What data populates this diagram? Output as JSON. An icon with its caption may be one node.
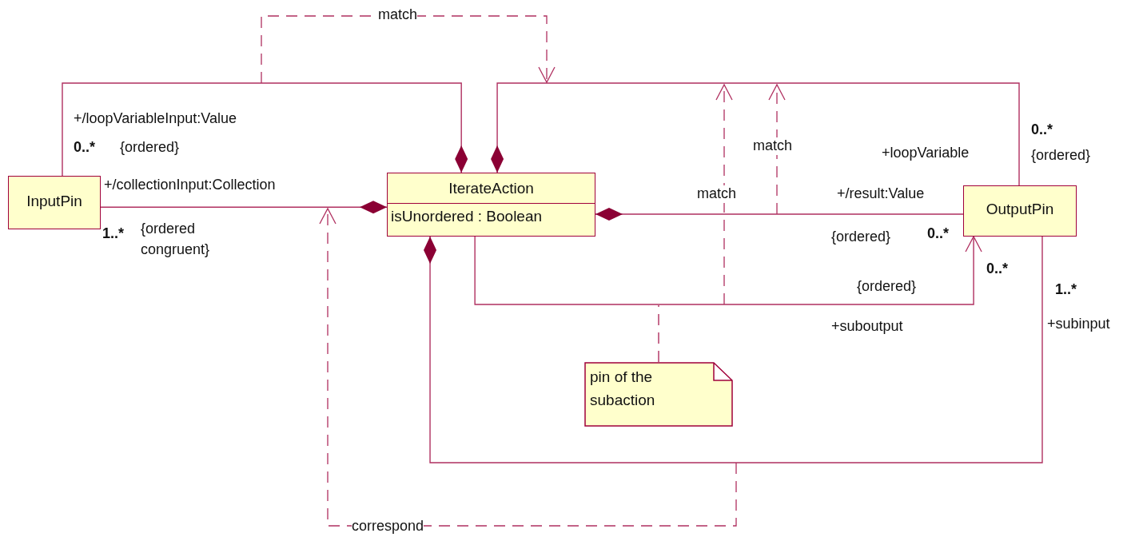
{
  "diagram": {
    "nodes": [
      {
        "text": [
          "InputPin"
        ]
      },
      {
        "text": [
          "IterateAction",
          "isUnordered : Boolean"
        ]
      },
      {
        "text": [
          "OutputPin"
        ]
      },
      {
        "text": [
          "pin of the subaction"
        ]
      }
    ],
    "edges": [
      {
        "from": 1,
        "to": 0,
        "arrow": "other"
      },
      {
        "from": 1,
        "to": 0,
        "arrow": "other"
      },
      {
        "from": 1,
        "to": 2,
        "arrow": "other"
      },
      {
        "from": 1,
        "to": 2,
        "arrow": "other"
      },
      {
        "from": 1,
        "to": 2,
        "arrow": "to"
      },
      {
        "from": 1,
        "to": 2,
        "arrow": "other"
      },
      {
        "from": 3,
        "to": null,
        "arrow": "none",
        "style": "dashed"
      }
    ],
    "labels": [
      "match",
      "+/loopVariableInput:Value",
      "0..*",
      "{ordered}",
      "match",
      "0..*",
      "+loopVariable",
      "{ordered}",
      "+/collectionInput:Collection",
      "match",
      "+/result:Value",
      "1..*",
      "{ordered congruent}",
      "{ordered}",
      "0..*",
      "0..*",
      "{ordered}",
      "1..*",
      "+suboutput",
      "+subinput",
      "correspond"
    ]
  }
}
